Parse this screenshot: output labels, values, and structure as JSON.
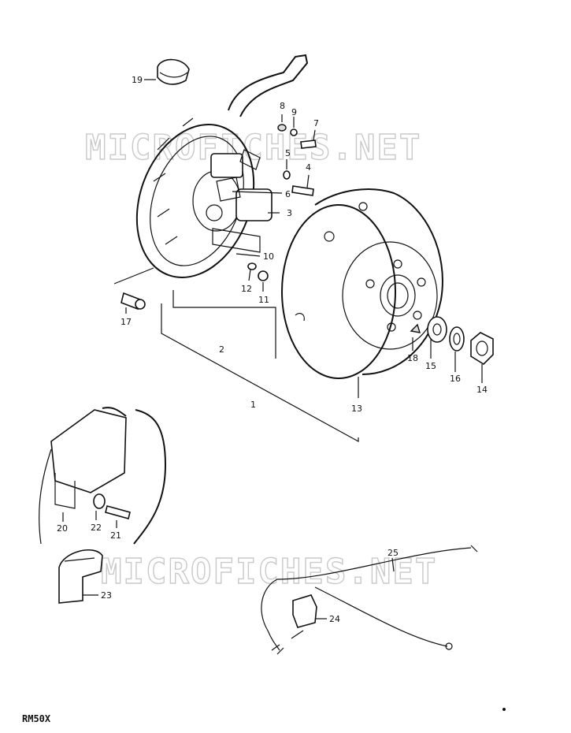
{
  "watermarks": [
    "MICROFICHES.NET",
    "MICROFICHES.NET"
  ],
  "model": "RM50X",
  "callouts": {
    "c1": "1",
    "c2": "2",
    "c3": "3",
    "c4": "4",
    "c5": "5",
    "c6": "6",
    "c7": "7",
    "c8": "8",
    "c9": "9",
    "c10": "10",
    "c11": "11",
    "c12": "12",
    "c13": "13",
    "c14": "14",
    "c15": "15",
    "c16": "16",
    "c17": "17",
    "c18": "18",
    "c19": "19",
    "c20": "20",
    "c21": "21",
    "c22": "22",
    "c23": "23",
    "c24": "24",
    "c25": "25"
  }
}
